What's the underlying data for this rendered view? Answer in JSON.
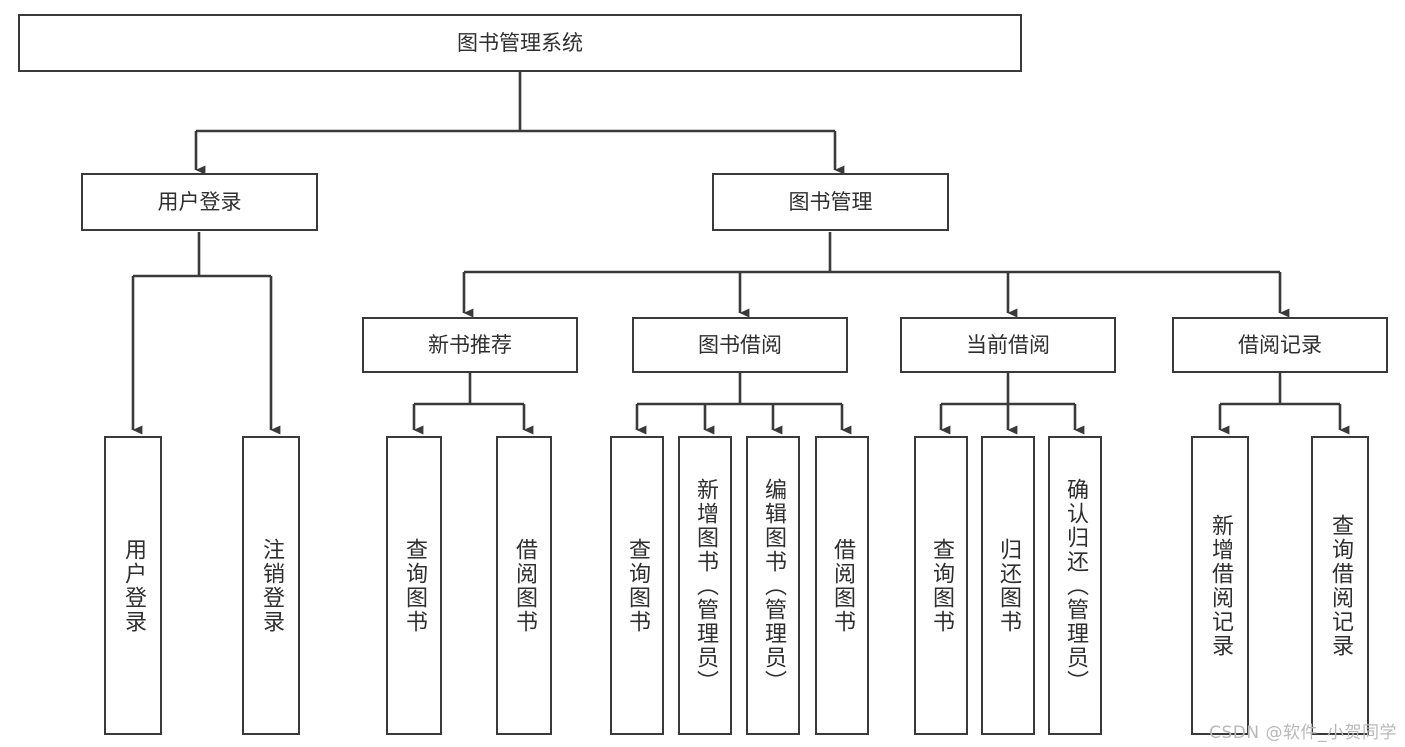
{
  "diagram": {
    "title": "图书管理系统",
    "background_color": "#ffffff",
    "line_color": "#3a3a3a",
    "text_color": "#2f2f2f",
    "watermark": "CSDN @软件_小贺同学"
  },
  "nodes": {
    "root": {
      "label": "图书管理系统"
    },
    "level2": [
      {
        "label": "用户登录"
      },
      {
        "label": "图书管理"
      }
    ],
    "level3": [
      {
        "label": "新书推荐"
      },
      {
        "label": "图书借阅"
      },
      {
        "label": "当前借阅"
      },
      {
        "label": "借阅记录"
      }
    ],
    "leaves": {
      "user_login": [
        {
          "label": "用户登录"
        },
        {
          "label": "注销登录"
        }
      ],
      "new_book_recommend": [
        {
          "label": "查询图书"
        },
        {
          "label": "借阅图书"
        }
      ],
      "book_borrow": [
        {
          "label": "查询图书"
        },
        {
          "label": "新增图书（管理员）"
        },
        {
          "label": "编辑图书（管理员）"
        },
        {
          "label": "借阅图书"
        }
      ],
      "current_borrow": [
        {
          "label": "查询图书"
        },
        {
          "label": "归还图书"
        },
        {
          "label": "确认归还（管理员）"
        }
      ],
      "borrow_record": [
        {
          "label": "新增借阅记录"
        },
        {
          "label": "查询借阅记录"
        }
      ]
    }
  }
}
